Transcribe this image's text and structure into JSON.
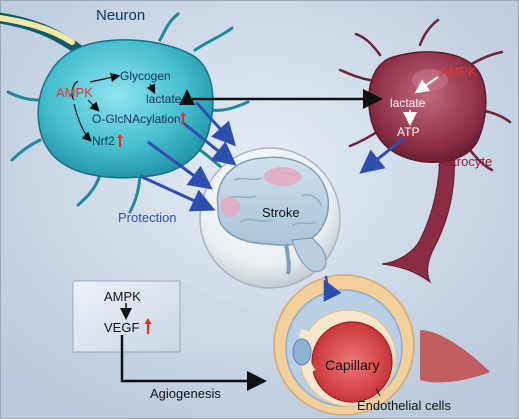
{
  "neuron": {
    "title": "Neuron",
    "ampk": "AMPK",
    "glycogen": "Glycogen",
    "lactate": "lactate",
    "o_glcnac": "O-GlcNAcylation",
    "nrf2": "Nrf2"
  },
  "astrocyte": {
    "title": "Astrocyte",
    "ampk": "AMPK",
    "lactate": "lactate",
    "atp": "ATP"
  },
  "center": {
    "protection": "Protection",
    "stroke": "Stroke"
  },
  "inset": {
    "ampk": "AMPK",
    "vegf": "VEGF"
  },
  "vessel": {
    "capillary": "Capillary",
    "endothelial": "Endothelial cells",
    "angiogenesis": "Agiogenesis"
  },
  "colors": {
    "background": "#c7d4e4",
    "neuron_body": "#3ab8c9",
    "astrocyte_body": "#8c2f45",
    "arrow_blue": "#2f4fb0",
    "red_label": "#e23a2a",
    "up_arrow": "#e03020"
  }
}
